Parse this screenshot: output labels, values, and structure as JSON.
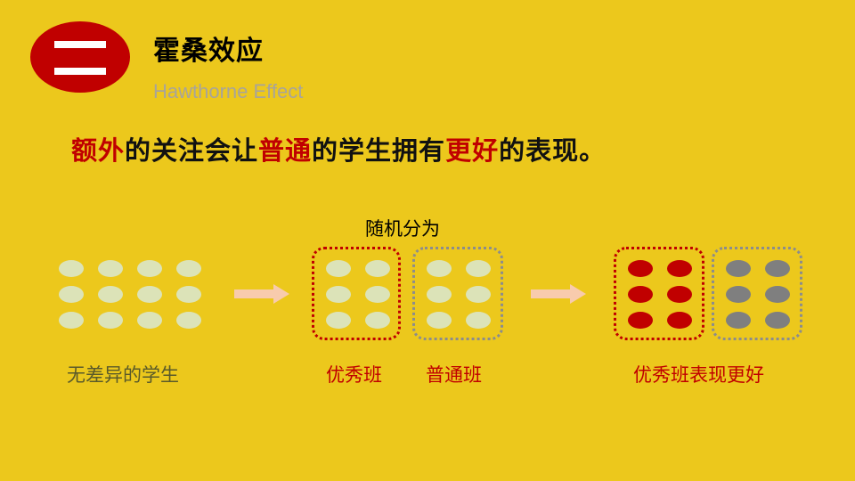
{
  "slide": {
    "section_number": "二",
    "title": "霍桑效应",
    "subtitle": "Hawthorne Effect",
    "headline": {
      "parts": [
        {
          "text": "额外",
          "highlight": true
        },
        {
          "text": "的关注会让",
          "highlight": false
        },
        {
          "text": "普通",
          "highlight": true
        },
        {
          "text": "的学生拥有",
          "highlight": false
        },
        {
          "text": "更好",
          "highlight": true
        },
        {
          "text": "的表现。",
          "highlight": false
        }
      ]
    },
    "random_split_label": "随机分为",
    "labels": {
      "undifferentiated": "无差异的学生",
      "excellent_class": "优秀班",
      "ordinary_class": "普通班",
      "excellent_better": "优秀班表现更好"
    }
  },
  "colors": {
    "background": "#ECC81C",
    "accent_red": "#C00000",
    "dot_pale": "#DCE3B8",
    "dot_gray": "#7F7F7F",
    "arrow": "#F8CBAD",
    "label_green": "#5A5A2A",
    "box_gray": "#8C8C8C"
  }
}
